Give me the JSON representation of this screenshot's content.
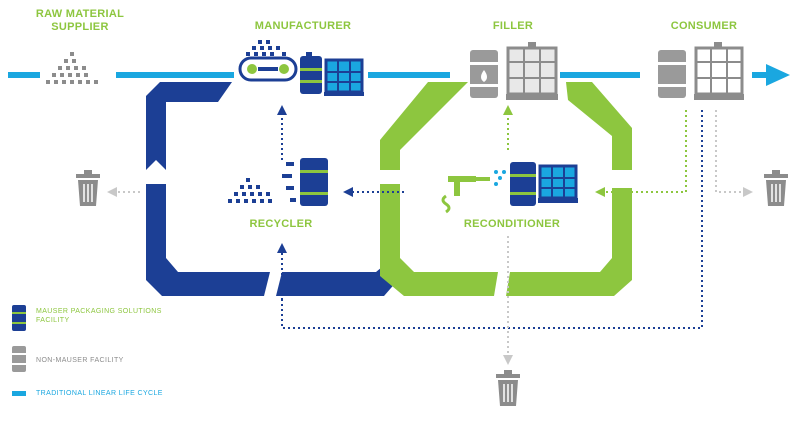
{
  "stages": {
    "raw_material_supplier": "RAW MATERIAL\nSUPPLIER",
    "manufacturer": "MANUFACTURER",
    "filler": "FILLER",
    "consumer": "CONSUMER",
    "recycler": "RECYCLER",
    "reconditioner": "RECONDITIONER"
  },
  "legend": {
    "mauser": "MAUSER PACKAGING SOLUTIONS\nFACILITY",
    "non_mauser": "NON-MAUSER FACILITY",
    "linear": "TRADITIONAL LINEAR LIFE CYCLE"
  },
  "colors": {
    "green": "#8dc63f",
    "navy": "#1c3f95",
    "cyan": "#1aa7e0",
    "gray": "#8c8c8c",
    "light_gray": "#c8c8c8"
  },
  "icons": [
    "pellet-pile-icon",
    "conveyor-icon",
    "drum-icon",
    "ibc-tote-icon",
    "trash-can-icon",
    "pressure-washer-icon",
    "arrow-right-icon"
  ]
}
